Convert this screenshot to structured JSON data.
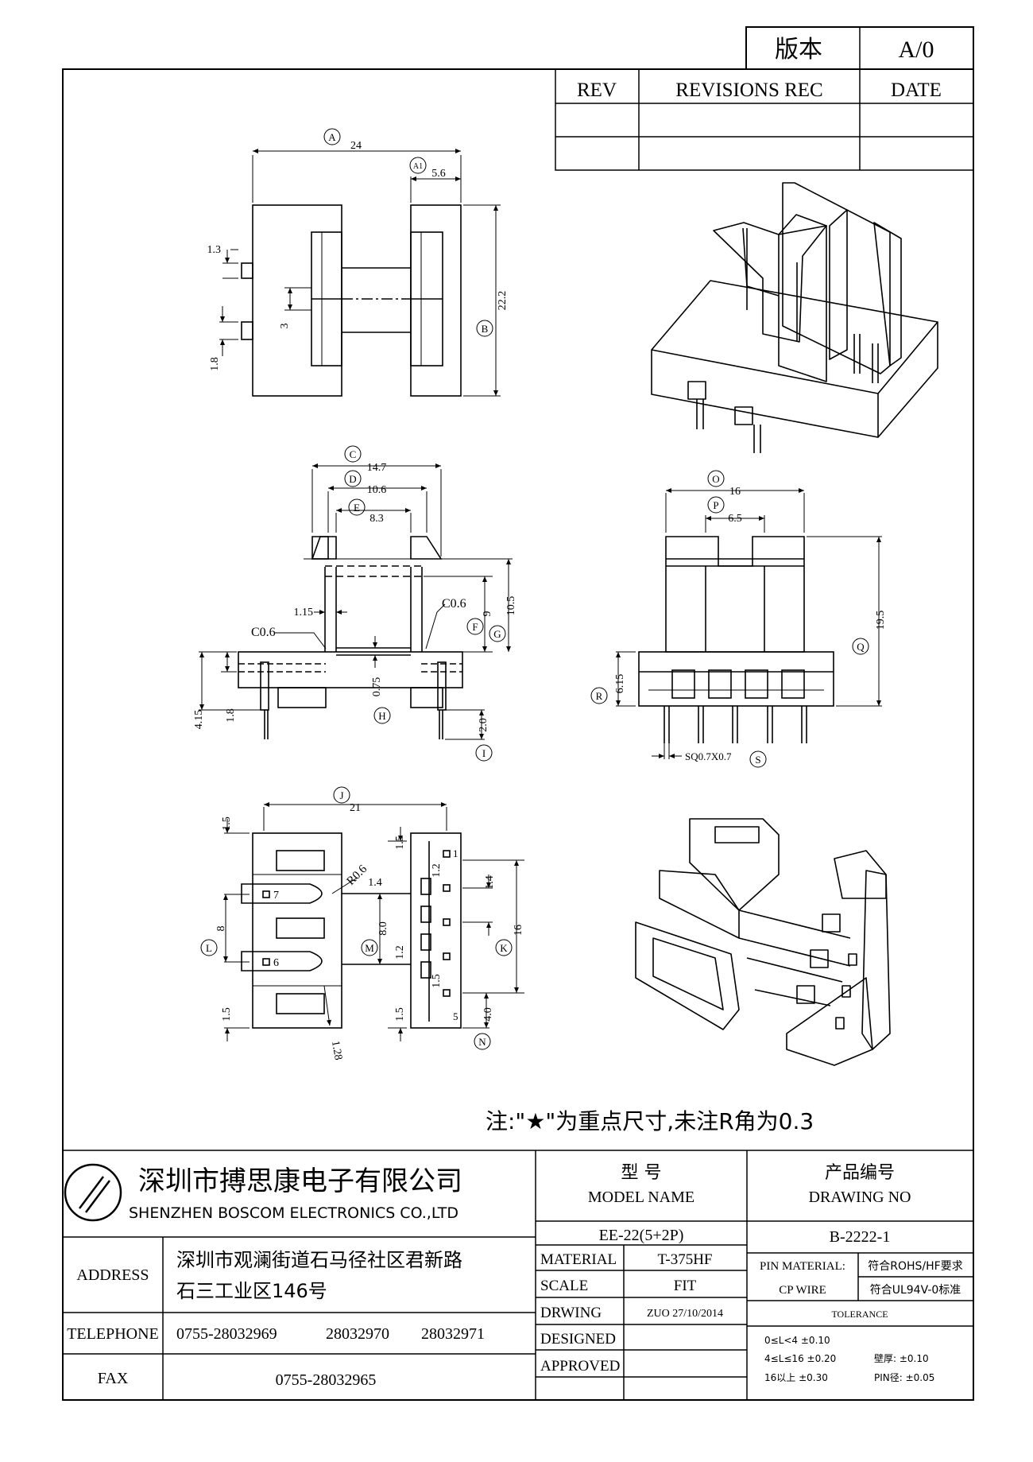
{
  "version_box": {
    "label": "版本",
    "value": "A/0"
  },
  "revision_table": {
    "headers": [
      "REV",
      "REVISIONS REC",
      "DATE"
    ],
    "rows": [
      [
        "",
        "",
        ""
      ],
      [
        "",
        "",
        ""
      ]
    ]
  },
  "top_view": {
    "dims": {
      "A": "24",
      "A1": "5.6",
      "d1_3": "1.3",
      "d3": "3",
      "d1_8": "1.8",
      "B": "22.2"
    },
    "markers": {
      "A": "A",
      "A1": "A1",
      "B": "B"
    }
  },
  "front_view": {
    "dims": {
      "C": "14.7",
      "D": "10.6",
      "E": "8.3",
      "d1_15": "1.15",
      "c_left": "C0.6",
      "c_right": "C0.6",
      "F": "9",
      "G": "10.5",
      "d0_75": "0.75",
      "d4_15": "4.15",
      "d1_8": "1.8",
      "I": "2.0"
    },
    "markers": {
      "C": "C",
      "D": "D",
      "E": "E",
      "F": "F",
      "G": "G",
      "H": "H",
      "I": "I"
    }
  },
  "side_view": {
    "dims": {
      "O": "16",
      "P": "6.5",
      "Q": "19.5",
      "R": "6.15",
      "S": "SQ0.7X0.7"
    },
    "markers": {
      "O": "O",
      "P": "P",
      "Q": "Q",
      "R": "R",
      "S": "S"
    }
  },
  "bottom_view": {
    "dims": {
      "J": "21",
      "d1_5a": "1.5",
      "d1_5b": "1.5",
      "r0_6": "R0.6",
      "d1_2a": "1.2",
      "d1_4a": "1.4",
      "d1_4b": "1.4",
      "d8_left": "8",
      "M": "8.0",
      "d1_2b": "1.2",
      "d1_5c": "1.5",
      "K": "16",
      "d1_5d": "1.5",
      "d1_5e": "1.5",
      "N": "4.0",
      "d1_28": "1.28"
    },
    "pins": [
      "1",
      "7",
      "6",
      "5"
    ],
    "markers": {
      "J": "J",
      "K": "K",
      "L": "L",
      "M": "M",
      "N": "N"
    }
  },
  "note": "注:\"★\"为重点尺寸,未注R角为0.3",
  "title_block": {
    "company_cn": "深圳市搏思康电子有限公司",
    "company_en": "SHENZHEN BOSCOM ELECTRONICS CO.,LTD",
    "model_label_cn": "型      号",
    "model_label_en": "MODEL NAME",
    "model_value": "EE-22(5+2P)",
    "drawing_label_cn": "产品编号",
    "drawing_label_en": "DRAWING NO",
    "drawing_value": "B-2222-1",
    "address_label": "ADDRESS",
    "address_line1": "深圳市观澜街道石马径社区君新路",
    "address_line2": "石三工业区146号",
    "telephone_label": "TELEPHONE",
    "tel1": "0755-28032969",
    "tel2": "28032970",
    "tel3": "28032971",
    "fax_label": "FAX",
    "fax": "0755-28032965",
    "material_label": "MATERIAL",
    "material_value": "T-375HF",
    "scale_label": "SCALE",
    "scale_value": "FIT",
    "drawing_row_label": "DRWING",
    "drawing_row_value": "ZUO 27/10/2014",
    "designed_label": "DESIGNED",
    "approved_label": "APPROVED",
    "pin_material_label": "PIN MATERIAL:",
    "pin_material_value": "CP WIRE",
    "rohs": "符合ROHS/HF要求",
    "ul": "符合UL94V-0标准",
    "tolerance_label": "TOLERANCE",
    "tol1": "0≤L<4    ±0.10",
    "tol2": "4≤L≤16  ±0.20",
    "tol3": "16以上    ±0.30",
    "wall": "壁厚:  ±0.10",
    "pin_dia": "PIN径:  ±0.05"
  }
}
